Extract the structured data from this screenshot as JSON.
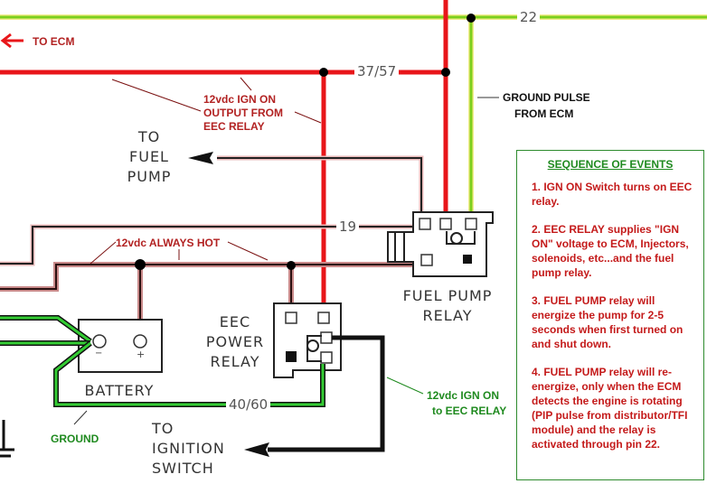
{
  "diagram": {
    "type": "wiring-schematic",
    "wire_labels": {
      "top_ground_pulse": "22",
      "ign_output": "37/57",
      "fuel_pump_feed": "19",
      "ground": "40/60"
    },
    "component_labels": {
      "to_ecm": "TO ECM",
      "to_fuel_pump": [
        "TO",
        "FUEL",
        "PUMP"
      ],
      "battery": "BATTERY",
      "eec_power_relay": [
        "EEC",
        "POWER",
        "RELAY"
      ],
      "fuel_pump_relay": [
        "FUEL PUMP",
        "RELAY"
      ],
      "to_ignition_switch": [
        "TO",
        "IGNITION",
        "SWITCH"
      ],
      "battery_neg": "−",
      "battery_pos": "+"
    },
    "annotations": {
      "ign_on_output": [
        "12vdc IGN ON",
        "OUTPUT FROM",
        "EEC RELAY"
      ],
      "ground_pulse": [
        "GROUND PULSE",
        "FROM ECM"
      ],
      "always_hot": "12vdc ALWAYS HOT",
      "ign_on_to_eec": [
        "12vdc IGN ON",
        "to EEC RELAY"
      ],
      "ground": "GROUND"
    },
    "colors": {
      "ign_wire": "#e8161a",
      "ground_pulse_wire": "#7ccf1c",
      "hot_wire_fill": "#c98a8a",
      "ground_wire_fill": "#33cc33",
      "annotation_red": "#b22222",
      "annotation_green": "#1f8a1f"
    }
  },
  "sequence": {
    "title": "SEQUENCE OF EVENTS",
    "items": [
      "1. IGN ON Switch turns on EEC relay.",
      "2. EEC RELAY supplies \"IGN ON\" voltage to ECM, Injectors, solenoids, etc...and the fuel pump relay.",
      "3. FUEL PUMP relay will energize the pump for 2-5 seconds when first turned on and shut down.",
      "4. FUEL PUMP relay will re-energize, only when the ECM detects the engine is rotating (PIP pulse from distributor/TFI module) and the relay is activated through pin 22."
    ]
  }
}
